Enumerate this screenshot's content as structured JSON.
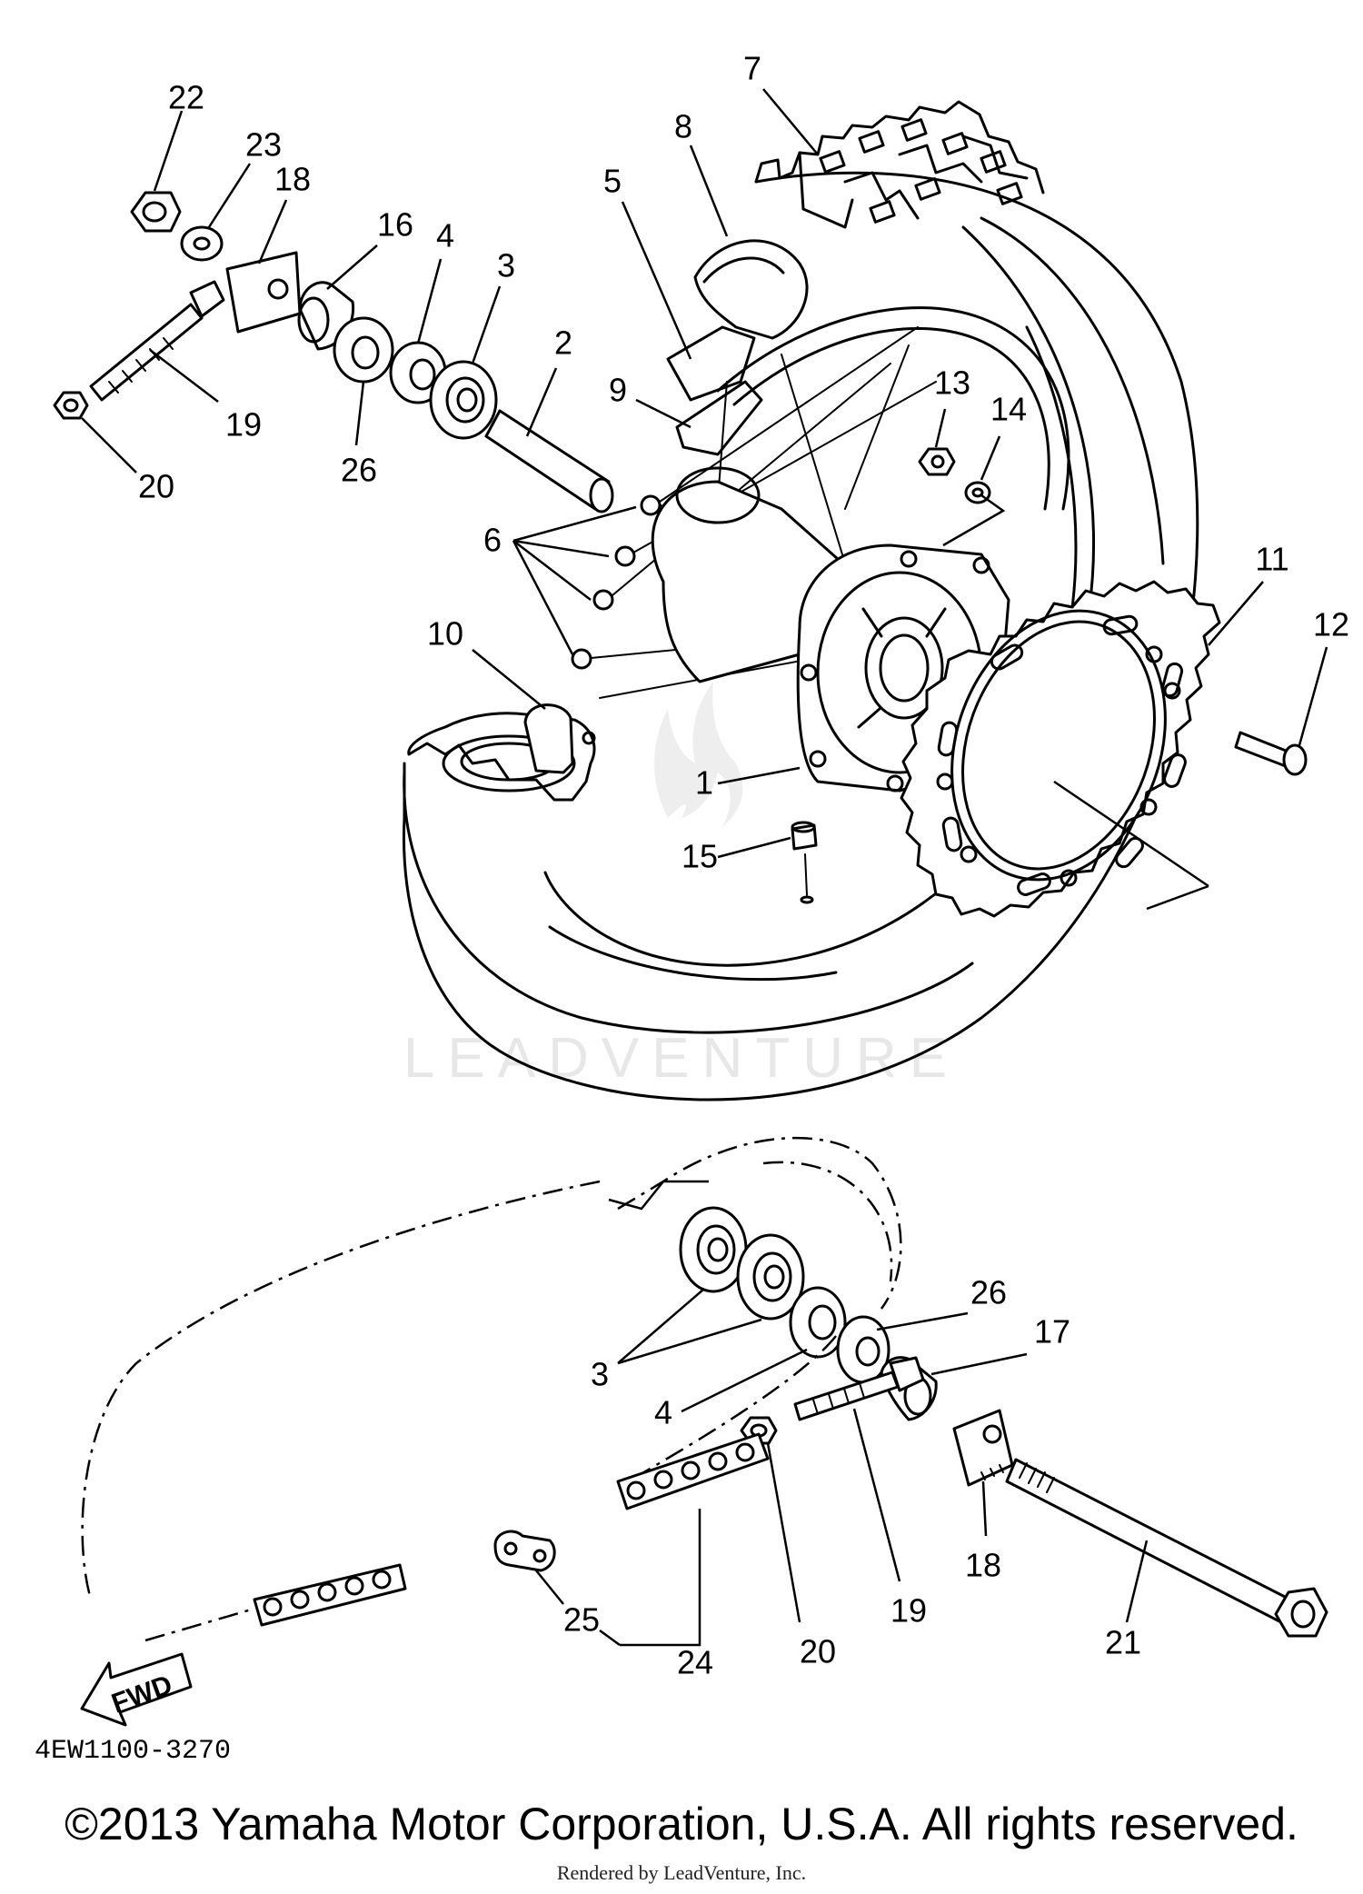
{
  "diagram": {
    "part_number": "4EW1100-3270",
    "copyright": "©2013 Yamaha Motor Corporation, U.S.A. All rights reserved.",
    "rendered_by": "Rendered by LeadVenture, Inc.",
    "watermark": "LEADVENTURE",
    "fwd_label": "FWD"
  },
  "callouts": {
    "c1": "1",
    "c2": "2",
    "c3a": "3",
    "c3b": "3",
    "c4a": "4",
    "c4b": "4",
    "c5": "5",
    "c6": "6",
    "c7": "7",
    "c8": "8",
    "c9": "9",
    "c10": "10",
    "c11": "11",
    "c12": "12",
    "c13": "13",
    "c14": "14",
    "c15": "15",
    "c16": "16",
    "c17": "17",
    "c18a": "18",
    "c18b": "18",
    "c19a": "19",
    "c19b": "19",
    "c20a": "20",
    "c20b": "20",
    "c21": "21",
    "c22": "22",
    "c23": "23",
    "c24": "24",
    "c25": "25",
    "c26a": "26",
    "c26b": "26"
  }
}
